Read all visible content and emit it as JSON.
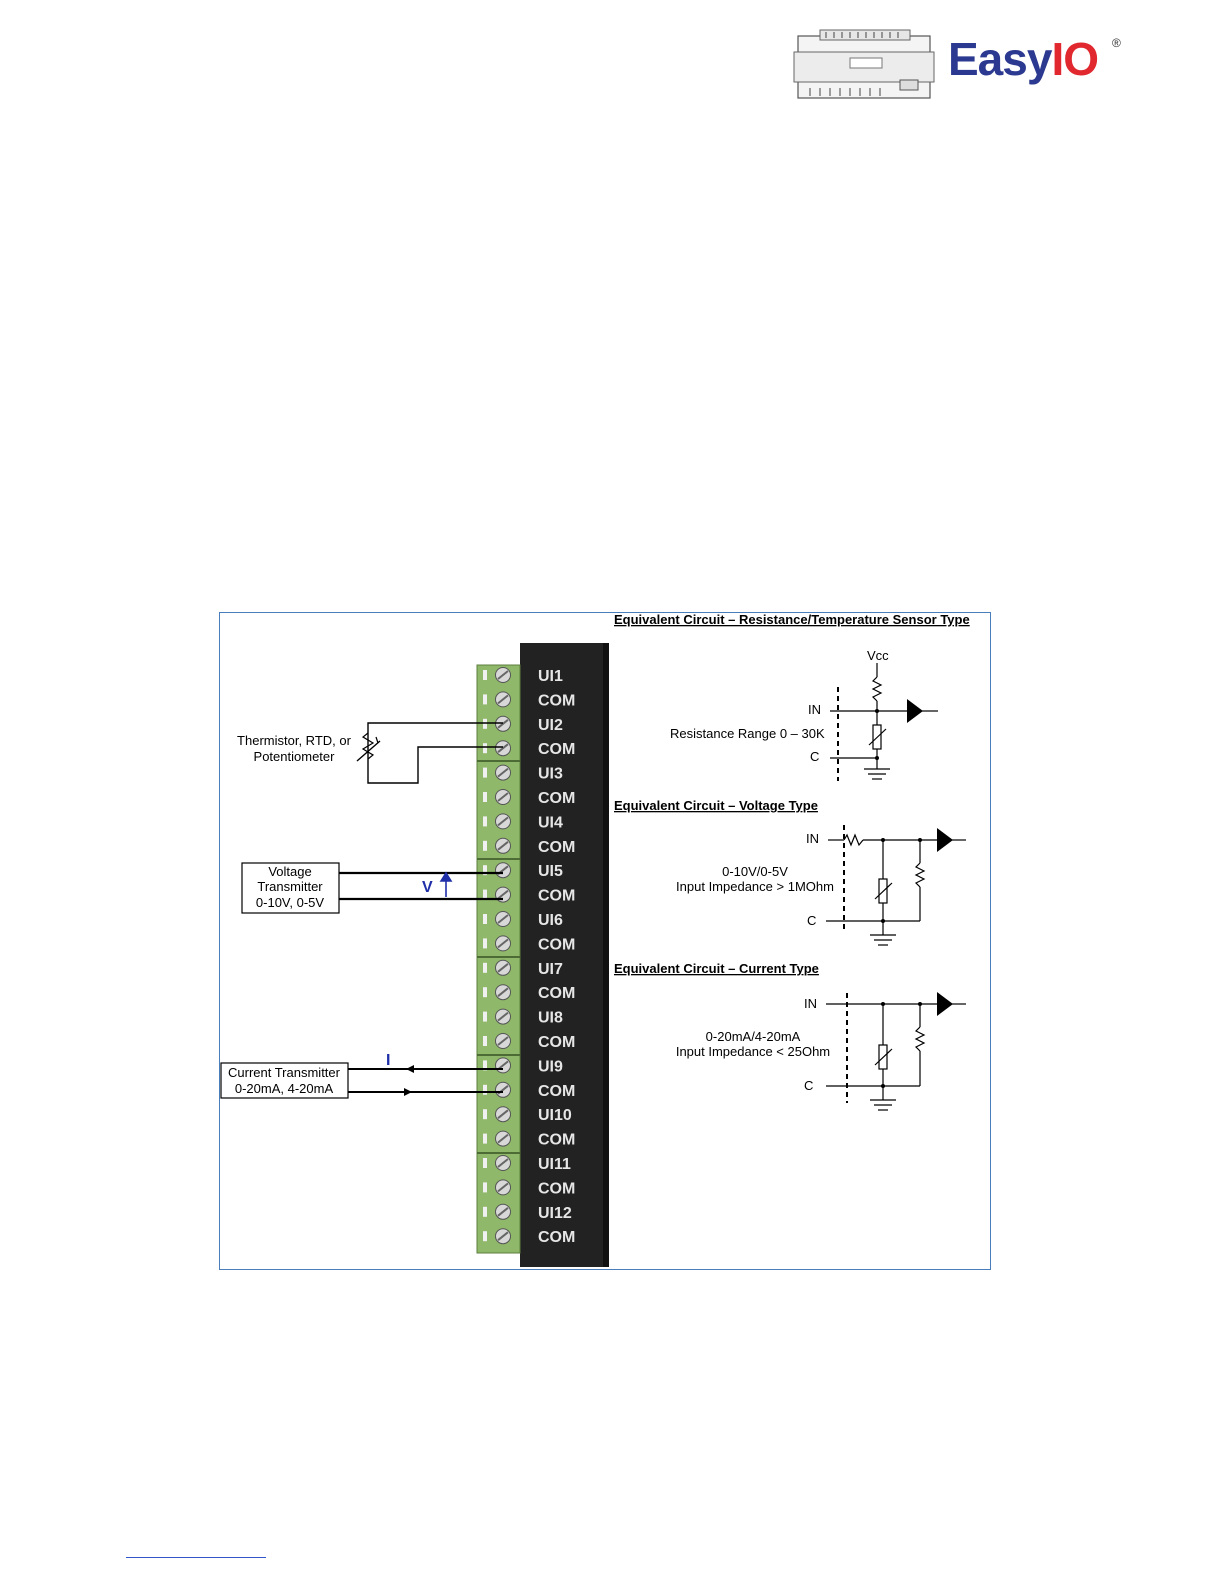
{
  "logo": {
    "brand_main": "Easy",
    "brand_accent": "IO",
    "reg_mark": "®",
    "icon": "controller-device-icon"
  },
  "colors": {
    "brand_blue": "#2b3990",
    "brand_red": "#e0282e",
    "frame_border": "#4a7ebb",
    "terminal_green": "#8fb86a",
    "panel_black": "#222222",
    "arrow_blue": "#1f2fa8"
  },
  "terminals": [
    "UI1",
    "COM",
    "UI2",
    "COM",
    "UI3",
    "COM",
    "UI4",
    "COM",
    "UI5",
    "COM",
    "UI6",
    "COM",
    "UI7",
    "COM",
    "UI8",
    "COM",
    "UI9",
    "COM",
    "UI10",
    "COM",
    "UI11",
    "COM",
    "UI12",
    "COM"
  ],
  "sensor": {
    "line1": "Thermistor, RTD, or",
    "line2": "Potentiometer"
  },
  "voltage_transmitter": {
    "line1": "Voltage",
    "line2": "Transmitter",
    "line3": "0-10V, 0-5V",
    "arrow_label": "V"
  },
  "current_transmitter": {
    "line1": "Current Transmitter",
    "line2": "0-20mA, 4-20mA",
    "arrow_label": "I"
  },
  "circuit_resistance": {
    "heading": "Equivalent Circuit – Resistance/Temperature Sensor Type",
    "vcc": "Vcc",
    "in": "IN",
    "c": "C",
    "range": "Resistance Range 0 – 30K"
  },
  "circuit_voltage": {
    "heading": "Equivalent Circuit – Voltage Type",
    "in": "IN",
    "c": "C",
    "line1": "0-10V/0-5V",
    "line2": "Input Impedance > 1MOhm"
  },
  "circuit_current": {
    "heading": "Equivalent Circuit – Current Type",
    "in": "IN",
    "c": "C",
    "line1": "0-20mA/4-20mA",
    "line2": "Input Impedance < 25Ohm"
  }
}
